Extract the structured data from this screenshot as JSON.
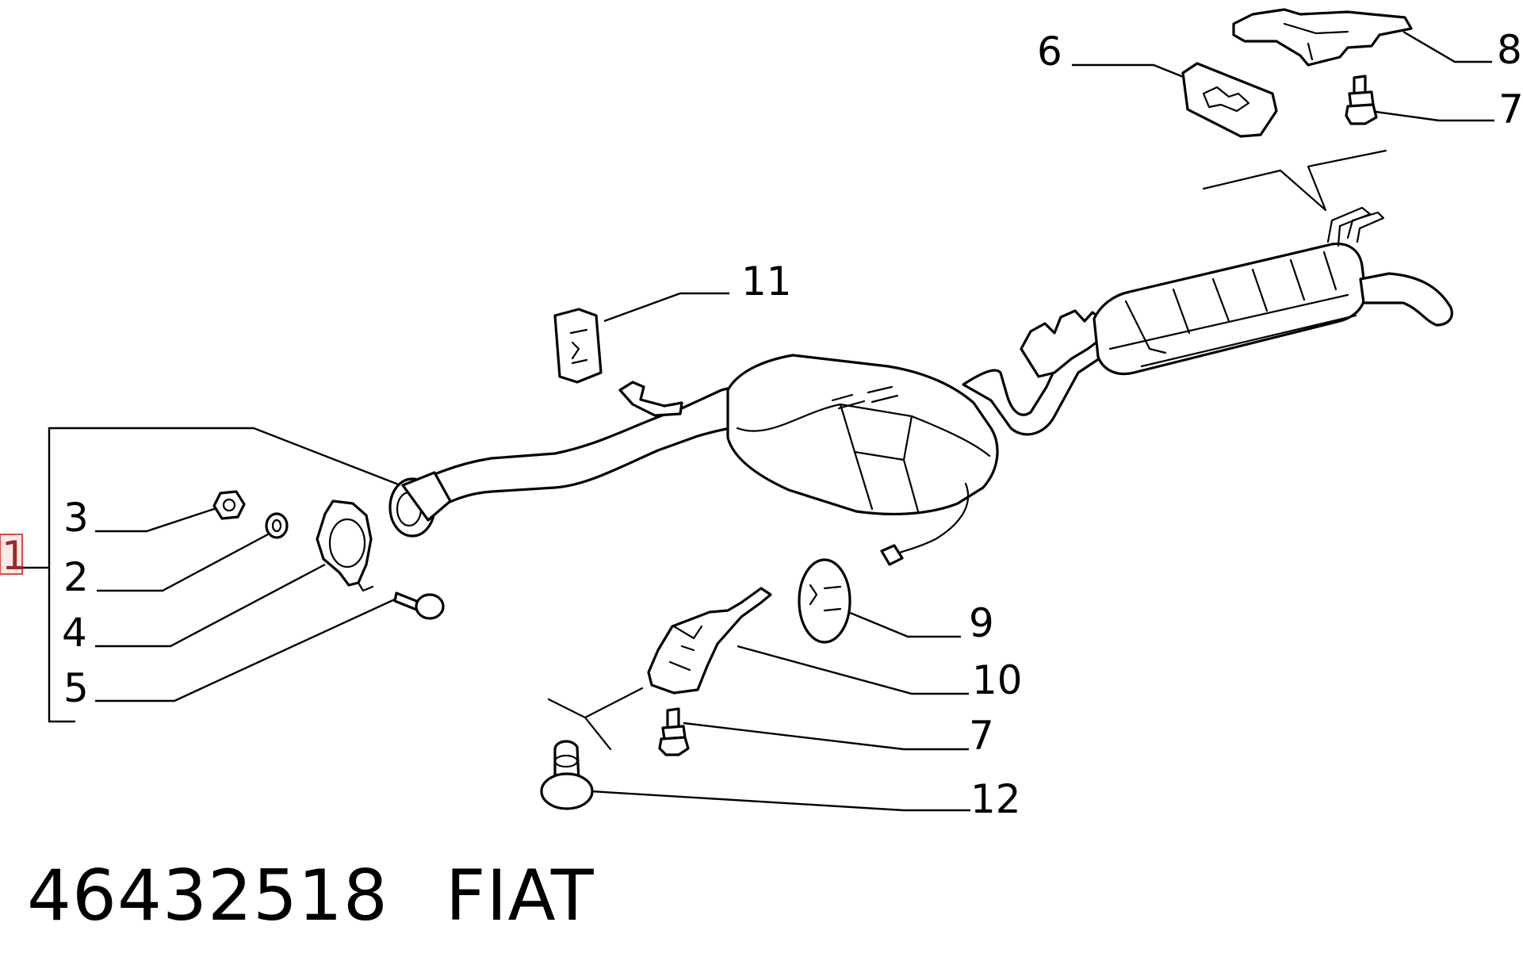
{
  "callouts": {
    "c1": "1",
    "c2": "2",
    "c3": "3",
    "c4": "4",
    "c5": "5",
    "c6": "6",
    "c7a": "7",
    "c7b": "7",
    "c8": "8",
    "c9": "9",
    "c10": "10",
    "c11": "11",
    "c12": "12"
  },
  "footer": {
    "part_number": "46432518",
    "brand": "FIAT"
  },
  "colors": {
    "line": "#000000",
    "highlight_stroke": "#d84a4a",
    "highlight_fill": "#fdeaea",
    "highlight_text": "#9b2a2a"
  }
}
